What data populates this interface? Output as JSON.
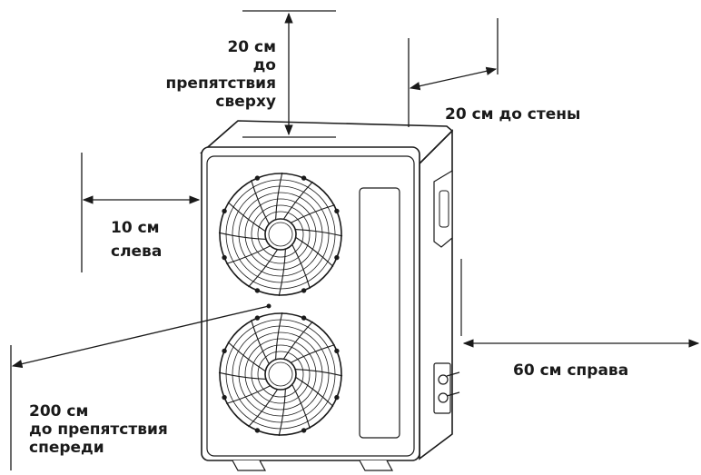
{
  "labels": {
    "top": [
      "20 см",
      "до препятствия",
      "сверху"
    ],
    "back": "20 см до стены",
    "left": [
      "10 см",
      "слева"
    ],
    "right": "60 см справа",
    "front": [
      "200 см",
      "до препятствия",
      "спереди"
    ]
  },
  "colors": {
    "line": "#1a1a1a",
    "fill": "#ffffff"
  }
}
